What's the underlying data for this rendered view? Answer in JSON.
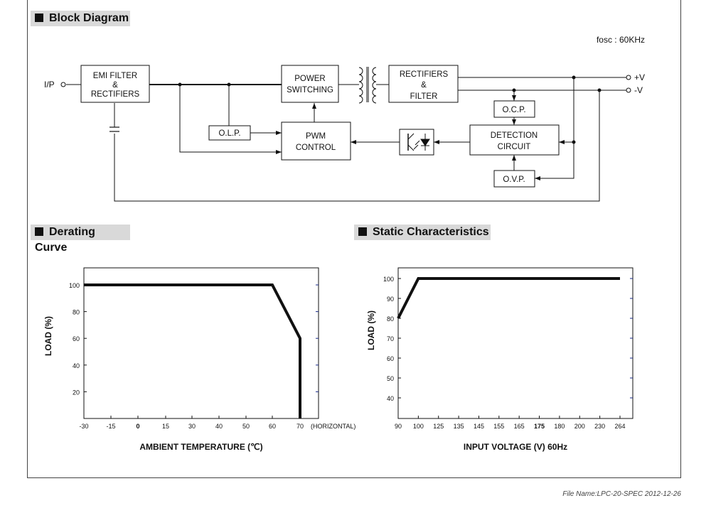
{
  "sections": {
    "block": "Block Diagram",
    "derating": "Derating Curve",
    "static": "Static Characteristics"
  },
  "block_diagram": {
    "fosc": "fosc : 60KHz",
    "input": "I/P",
    "out_pos": "+V",
    "out_neg": "-V",
    "emi": [
      "EMI FILTER",
      "&",
      "RECTIFIERS"
    ],
    "power": [
      "POWER",
      "SWITCHING"
    ],
    "rect": [
      "RECTIFIERS",
      "&",
      "FILTER"
    ],
    "olp": "O.L.P.",
    "pwm": [
      "PWM",
      "CONTROL"
    ],
    "ocp": "O.C.P.",
    "detection": [
      "DETECTION",
      "CIRCUIT"
    ],
    "ovp": "O.V.P."
  },
  "chart_data": [
    {
      "type": "line",
      "title": "Derating Curve",
      "xlabel": "AMBIENT TEMPERATURE (℃)",
      "ylabel": "LOAD (%)",
      "x_ticks": [
        "-30",
        "-15",
        "0",
        "15",
        "30",
        "40",
        "50",
        "60",
        "70"
      ],
      "x_extra": "(HORIZONTAL)",
      "y_ticks": [
        "20",
        "40",
        "60",
        "80",
        "100"
      ],
      "series": [
        {
          "points": [
            [
              -30,
              100
            ],
            [
              60,
              100
            ],
            [
              70,
              60
            ],
            [
              70,
              0
            ]
          ]
        }
      ]
    },
    {
      "type": "line",
      "title": "Static Characteristics",
      "xlabel": "INPUT VOLTAGE (V) 60Hz",
      "ylabel": "LOAD (%)",
      "x_ticks": [
        "90",
        "100",
        "125",
        "135",
        "145",
        "155",
        "165",
        "175",
        "180",
        "200",
        "230",
        "264"
      ],
      "y_ticks": [
        "40",
        "50",
        "60",
        "70",
        "80",
        "90",
        "100"
      ],
      "series": [
        {
          "points": [
            [
              90,
              80
            ],
            [
              100,
              100
            ],
            [
              264,
              100
            ]
          ]
        }
      ]
    }
  ],
  "footer": "File Name:LPC-20-SPEC   2012-12-26"
}
